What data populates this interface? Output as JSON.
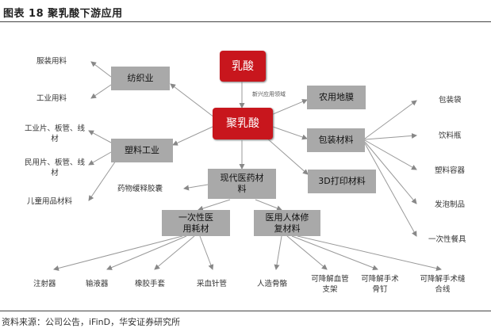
{
  "title": "图表 18 聚乳酸下游应用",
  "source": "资料来源：公司公告，iFinD，华安证券研究所",
  "nodes": {
    "rusuan": "乳酸",
    "jurusuan": "聚乳酸",
    "new_field": "新兴应用领域",
    "fangzhi": "纺织业",
    "suliao": "塑料工业",
    "nongyong": "农用地膜",
    "baozhuang": "包装材料",
    "dayin": "3D打印材料",
    "yiyao": "现代医药材料",
    "yici": "一次性医用耗材",
    "rentixiufu": "医用人体修复材料"
  },
  "leaves": {
    "fuzhuang": "服装用料",
    "gongye": "工业用料",
    "gongyepian": "工业片、板管、线材",
    "minyongpian": "民用片、板管、线材",
    "ertong": "儿童用品材料",
    "yaowu": "药物缓释胶囊",
    "baozhuangdai": "包装袋",
    "yinliaoping": "饮料瓶",
    "suliaorongqi": "塑料容器",
    "fapao": "发泡制品",
    "yicixingcanju": "一次性餐具",
    "zhusheqi": "注射器",
    "shuyeqi": "输液器",
    "xiangjiao": "橡胶手套",
    "caixue": "采血针管",
    "rengu": "人造骨骼",
    "xueguan": "可降解血管支架",
    "guding": "可降解手术骨钉",
    "fenghexian": "可降解手术缝合线"
  }
}
